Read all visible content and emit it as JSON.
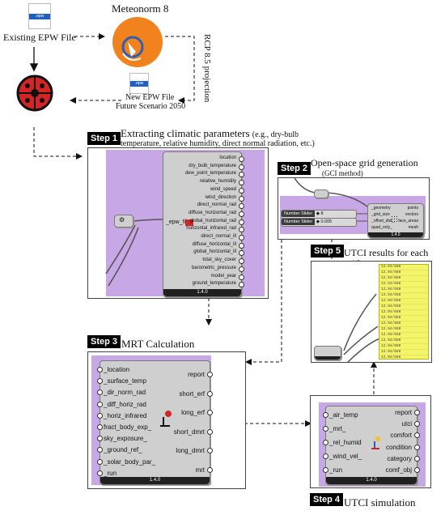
{
  "top": {
    "existing_epw": "Existing EPW File",
    "meteonorm": "Meteonorm 8",
    "rcp": "RCP 8.5 projection",
    "new_epw_line1": "New EPW File",
    "new_epw_line2": "Future Scenario 2050",
    "file_ext": ".epw"
  },
  "step1": {
    "badge": "Step 1",
    "title": "Extracting climatic parameters",
    "title_small": "(e.g., dry-bulb",
    "subtitle": "temperature, relative humidity, direct normal radiation, etc.)",
    "input_label": "_epw_file",
    "version": "1.4.0",
    "outputs": [
      "location",
      "dry_bulb_temperature",
      "dew_point_temperature",
      "relative_humidity",
      "wind_speed",
      "wind_direction",
      "direct_normal_rad",
      "diffuse_horizontal_rad",
      "global_horizontal_rad",
      "horizontal_infrared_rad",
      "direct_normal_ill",
      "diffuse_horizontal_ill",
      "global_horizontal_ill",
      "total_sky_cover",
      "barometric_pressure",
      "model_year",
      "ground_temperature"
    ]
  },
  "step2": {
    "badge": "Step 2",
    "title": "Open-space grid generation",
    "subtitle": "(GCI method)",
    "slider1_label": "Number Slider",
    "slider1_value": "◆ 8",
    "slider2_label": "Number Slider",
    "slider2_value": "◆ 0.005",
    "inputs": [
      "_geometry",
      "_grid_size",
      "_offset_dist_",
      "quad_only_"
    ],
    "outputs": [
      "points",
      "vectors",
      "face_areas",
      "mesh"
    ],
    "version": "1.4.0"
  },
  "step5": {
    "badge": "Step 5",
    "title": "UTCI results for each grid",
    "values": [
      "12.94/650",
      "12.94/650",
      "12.94/650",
      "12.94/650",
      "12.94/650",
      "12.94/650",
      "12.94/650",
      "12.94/650",
      "12.94/650",
      "12.94/650",
      "12.94/650",
      "12.94/650",
      "12.94/650",
      "12.94/650",
      "12.94/650",
      "12.94/650",
      "12.94/650",
      "12.94/650",
      "12.94/650",
      "12.94/650",
      "12.94/650"
    ]
  },
  "step3": {
    "badge": "Step 3",
    "title": "MRT Calculation",
    "inputs": [
      "_location",
      "_surface_temp",
      "_dir_norm_rad",
      "_diff_horiz_rad",
      "_horiz_infrared",
      "fract_body_exp_",
      "sky_exposure_",
      "_ground_ref_",
      "_solar_body_par_",
      "_run"
    ],
    "outputs": [
      "report",
      "short_erf",
      "long_erf",
      "short_dmrt",
      "long_dmrt",
      "mrt"
    ],
    "version": "1.4.0"
  },
  "step4": {
    "badge": "Step 4",
    "title": "UTCI simulation",
    "inputs": [
      "_air_temp",
      "_mrt_",
      "_rel_humid",
      "_wind_vel_",
      "_run"
    ],
    "outputs": [
      "report",
      "utci",
      "comfort",
      "condition",
      "category",
      "comf_obj"
    ],
    "version": "1.4.0"
  },
  "colors": {
    "purple_bg": "#c8a7e6",
    "component_grey": "#cfcfcf",
    "meteonorm_orange": "#f2821e",
    "ladybug_red": "#d32525",
    "utci_panel_yellow": "#f4f46b"
  }
}
